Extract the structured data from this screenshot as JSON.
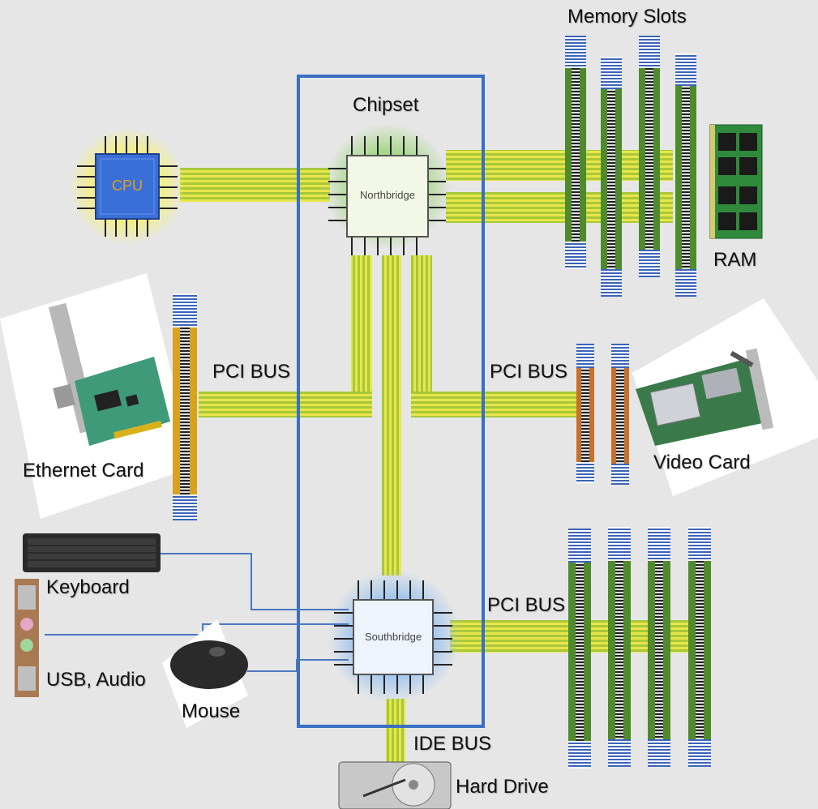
{
  "labels": {
    "memory_slots": "Memory Slots",
    "chipset": "Chipset",
    "cpu": "CPU",
    "northbridge": "Northbridge",
    "southbridge": "Southbridge",
    "ram": "RAM",
    "pci_bus_left": "PCI BUS",
    "pci_bus_right": "PCI BUS",
    "pci_bus_bottom": "PCI BUS",
    "ethernet_card": "Ethernet Card",
    "video_card": "Video Card",
    "keyboard": "Keyboard",
    "usb_audio": "USB, Audio",
    "mouse": "Mouse",
    "ide_bus": "IDE BUS",
    "hard_drive": "Hard Drive"
  },
  "colors": {
    "background": "#e6e6e6",
    "chipset_border": "#3a6fc4",
    "bus_yellow": "#e8e64a",
    "bus_green": "#9cc43a",
    "slot_green": "#4f8a2c",
    "slot_orange": "#c8702a",
    "slot_gold": "#d9a21a",
    "cpu_blue": "#3a6fd8",
    "connector_blue": "#4a78c0"
  },
  "icons": [
    "cpu-icon",
    "northbridge-chip-icon",
    "southbridge-chip-icon",
    "ram-module-icon",
    "ethernet-card-icon",
    "video-card-icon",
    "keyboard-icon",
    "mouse-icon",
    "usb-audio-panel-icon",
    "hard-drive-icon"
  ]
}
